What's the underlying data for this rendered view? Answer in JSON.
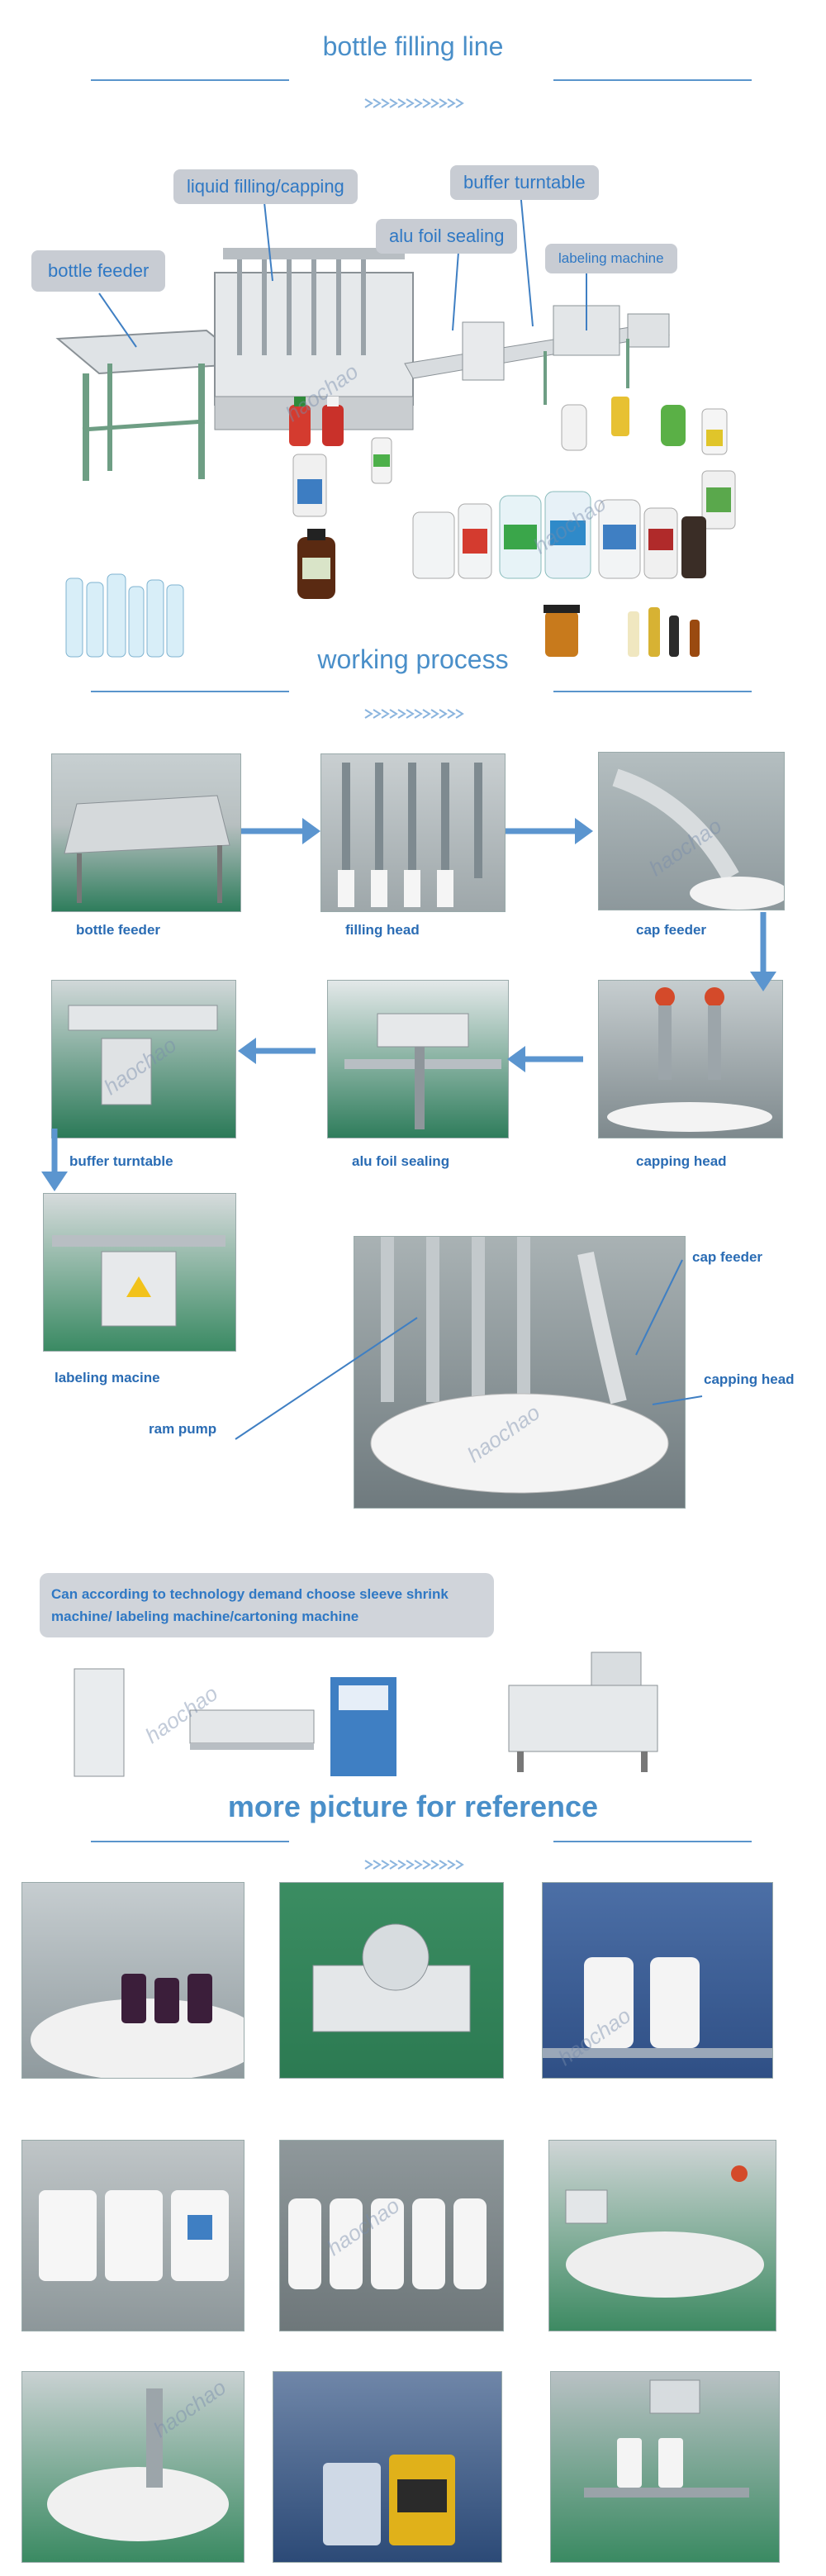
{
  "colors": {
    "accent": "#4a8fc9",
    "caption": "#2a6cb4",
    "callout_bg": "#c8ccd3",
    "arrow": "#5b95cf"
  },
  "header": {
    "title": "bottle filling line"
  },
  "overview": {
    "callouts": {
      "liquid_filling": "liquid filling/capping",
      "buffer_turntable": "buffer turntable",
      "alu_foil": "alu foil sealing",
      "bottle_feeder": "bottle feeder",
      "labeling": "labeling machine"
    }
  },
  "process": {
    "title": "working process",
    "steps": {
      "bottle_feeder": "bottle feeder",
      "filling_head": "filling head",
      "cap_feeder": "cap feeder",
      "buffer_turntable": "buffer turntable",
      "alu_foil": "alu foil sealing",
      "capping_head": "capping head",
      "labeling": "labeling macine"
    },
    "detail": {
      "cap_feeder": "cap feeder",
      "capping_head": "capping head",
      "ram_pump": "ram pump"
    }
  },
  "options": {
    "note": "Can according to technology demand choose sleeve shrink machine/ labeling machine/cartoning machine"
  },
  "reference": {
    "title": "more picture for reference"
  },
  "watermark": "haochao"
}
